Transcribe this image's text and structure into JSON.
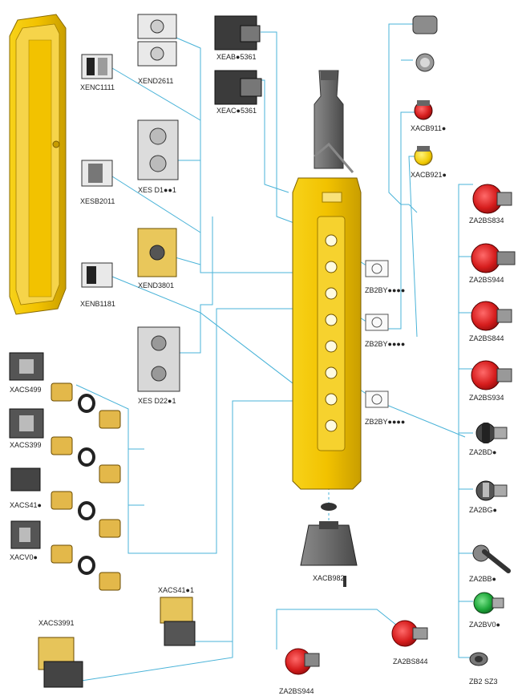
{
  "colors": {
    "line": "#4ab3d8",
    "yellow": "#f2c200",
    "yellow_dark": "#b98f00",
    "grey": "#6f6f6f",
    "red": "#d61d1d",
    "green": "#1ea83a"
  },
  "labels": {
    "xenc1111": "XENC1111",
    "xend2611": "XEND2611",
    "xeab5361": "XEAB●5361",
    "xeac5361": "XEAC●5361",
    "xesb2011": "XESB2011",
    "xesd1": "XES D1●●1",
    "xend3801": "XEND3801",
    "xenb1181": "XENB1181",
    "xesd22": "XES D22●1",
    "xacs499": "XACS499",
    "xacs399": "XACS399",
    "xacs41": "XACS41●",
    "xacv0": "XACV0●",
    "xacs411": "XACS41●1",
    "xacs3991": "XACS3991",
    "xacb982": "XACB982",
    "za2bs944_bottom": "ZA2BS944",
    "za2bs844_bottom": "ZA2BS844",
    "zb2by_1": "ZB2BY●●●●",
    "zb2by_2": "ZB2BY●●●●",
    "zb2by_3": "ZB2BY●●●●",
    "xacb911": "XACB911●",
    "xacb921": "XACB921●",
    "za2bs834": "ZA2BS834",
    "za2bs944": "ZA2BS944",
    "za2bs844": "ZA2BS844",
    "za2bs934": "ZA2BS934",
    "za2bd": "ZA2BD●",
    "za2bg": "ZA2BG●",
    "za2bb": "ZA2BB●",
    "za2bv0": "ZA2BV0●",
    "zb2sz3": "ZB2  SZ3"
  }
}
